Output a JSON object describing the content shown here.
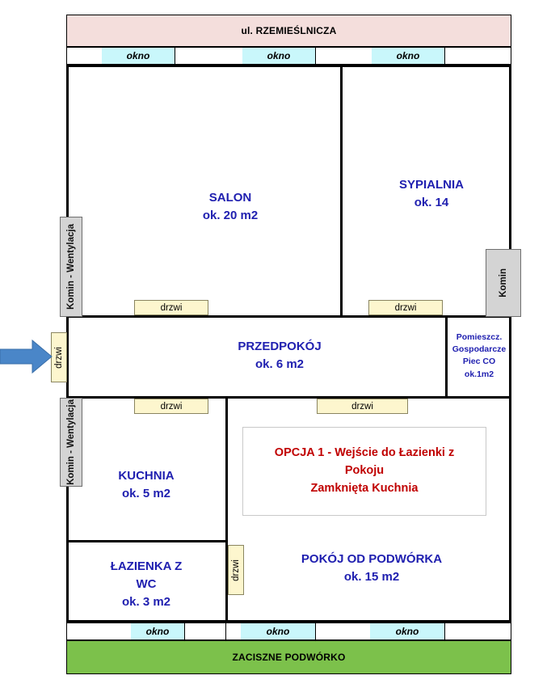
{
  "plan": {
    "street_banner": "ul. RZEMIEŚLNICZA",
    "yard_banner": "ZACISZNE PODWÓRKO",
    "window_label": "okno",
    "door_label": "drzwi",
    "chimney_vent_label": "Komin - Wentylacja",
    "chimney_label": "Komin",
    "colors": {
      "street": "#f4dedc",
      "yard": "#7cc14b",
      "window": "#c9f7fb",
      "door": "#fdf6ce",
      "chimney": "#d4d4d4",
      "room_text": "#2020b0",
      "note_text": "#c00000",
      "arrow": "#4a86c8",
      "wall": "#000000"
    },
    "rooms": [
      {
        "name": "SALON",
        "area": "ok. 20 m2"
      },
      {
        "name": "SYPIALNIA",
        "area": "ok. 14"
      },
      {
        "name": "PRZEDPOKÓJ",
        "area": "ok. 6 m2"
      },
      {
        "name": "KUCHNIA",
        "area": "ok. 5 m2"
      },
      {
        "name": "ŁAZIENKA Z",
        "area": "WC",
        "area2": "ok. 3 m2"
      },
      {
        "name": "POKÓJ OD PODWÓRKA",
        "area": "ok. 15 m2"
      }
    ],
    "utility_room": {
      "line1": "Pomieszcz.",
      "line2": "Gospodarcze",
      "line3": "Piec CO",
      "line4": "ok.1m2"
    },
    "note": {
      "line1": "OPCJA 1 - Wejście do Łazienki z",
      "line2": "Pokoju",
      "line3": "Zamknięta Kuchnia"
    },
    "windows_top": [
      "okno",
      "okno",
      "okno"
    ],
    "windows_bottom": [
      "okno",
      "okno",
      "okno"
    ],
    "doors": [
      "drzwi",
      "drzwi",
      "drzwi",
      "drzwi",
      "drzwi",
      "drzwi"
    ]
  }
}
